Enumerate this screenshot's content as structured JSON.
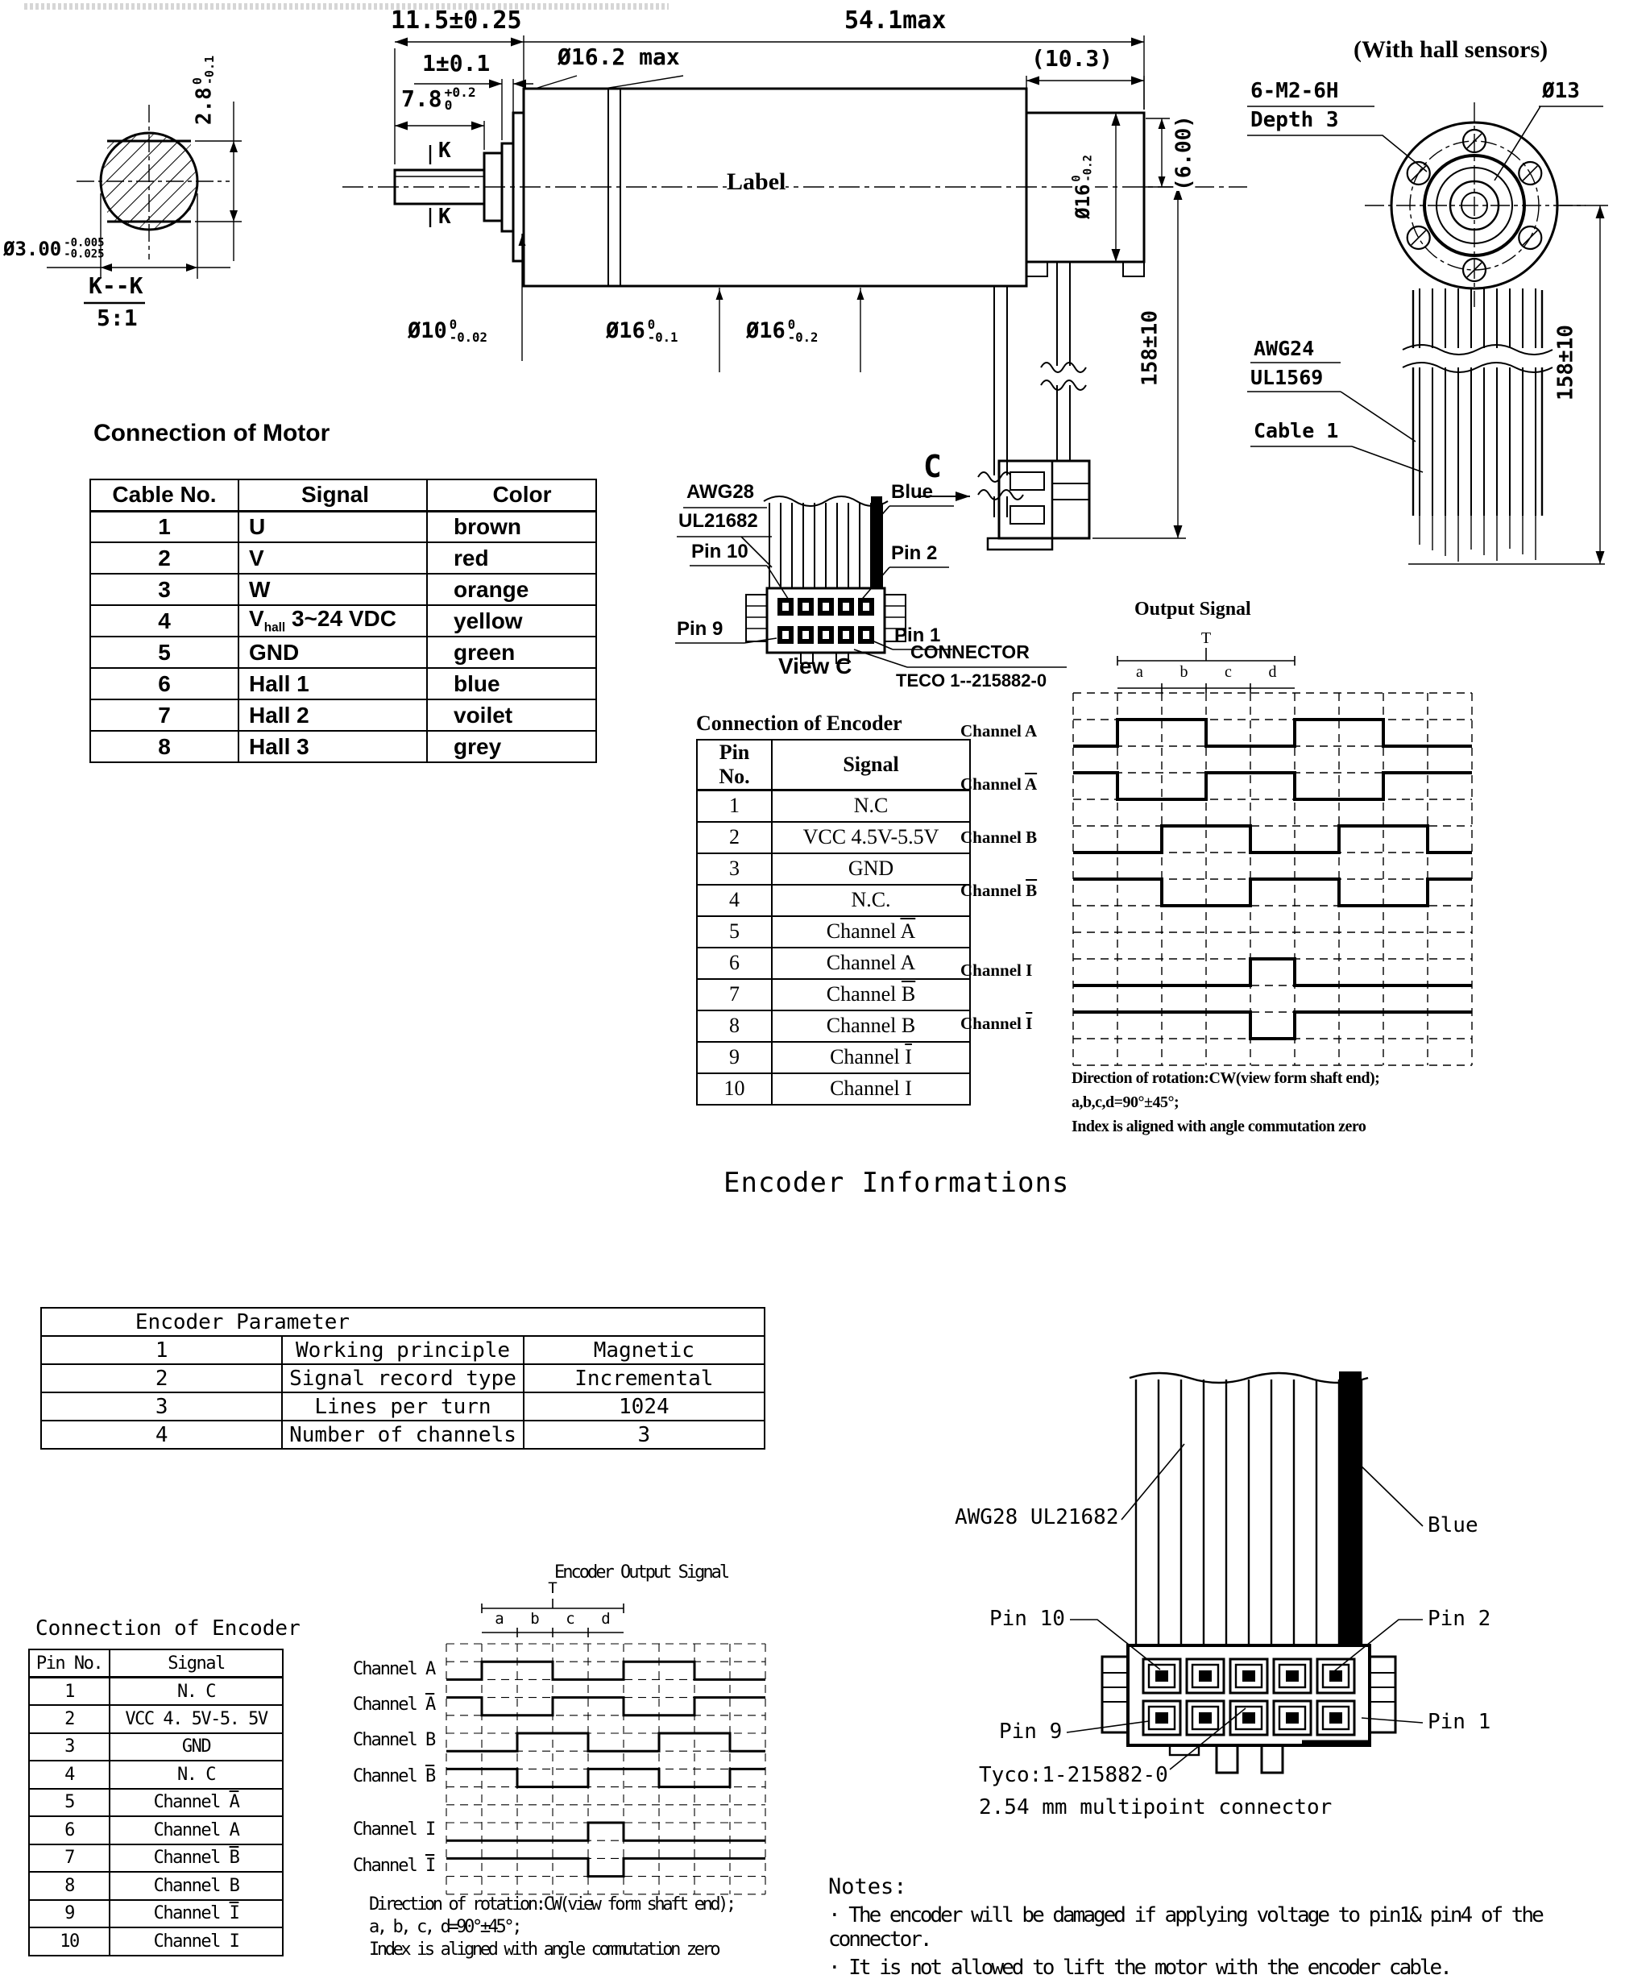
{
  "main_title": "Encoder Informations",
  "drawing": {
    "top_dims": {
      "d11_5": "11.5±0.25",
      "d54_1": "54.1max",
      "d1_0": "1±0.1",
      "d7_8": {
        "main": "7.8",
        "sup": "+0.2",
        "sub": "0"
      },
      "d16_2": "Ø16.2 max",
      "d10_3": "(10.3)",
      "label": "Label",
      "dO10": {
        "main": "Ø10",
        "sup": "0",
        "sub": "-0.02"
      },
      "dO16_1": {
        "main": "Ø16",
        "sup": "0",
        "sub": "-0.1"
      },
      "dO16_2": {
        "main": "Ø16",
        "sup": "0",
        "sub": "-0.2"
      },
      "dO16_2_rear": {
        "main": "Ø16",
        "sup": "0",
        "sub": "-0.2"
      },
      "d6_00": "(6.00)",
      "d158": "158±10",
      "view_arrow": "C",
      "section_mark": "K"
    },
    "kk": {
      "caption": "K--K",
      "scale": "5:1",
      "flat": {
        "main": "2.8",
        "sup": "0",
        "sub": "-0.1"
      },
      "dia": {
        "main": "Ø3.00",
        "sup": "-0.005",
        "sub": "-0.025"
      }
    },
    "hall": {
      "title": "(With hall sensors)",
      "thread": "6-M2-6H",
      "depth": "Depth 3",
      "dia": "Ø13",
      "awg": "AWG24",
      "ul": "UL1569",
      "cable": "Cable 1",
      "len": "158±10"
    },
    "view_c": {
      "awg": "AWG28",
      "ul": "UL21682",
      "blue": "Blue",
      "pin10": "Pin 10",
      "pin2": "Pin 2",
      "pin9": "Pin 9",
      "pin1": "Pin 1",
      "caption": "View C",
      "connector": "CONNECTOR",
      "part": "TECO 1--215882-0"
    }
  },
  "tables": {
    "motor": {
      "title": "Connection of Motor",
      "headers": [
        "Cable No.",
        "Signal",
        "Color"
      ],
      "rows": [
        [
          "1",
          "U",
          "brown"
        ],
        [
          "2",
          "V",
          "red"
        ],
        [
          "3",
          "W",
          "orange"
        ],
        [
          "4",
          {
            "pre": "V",
            "sub": "hall",
            "rest": " 3~24 VDC"
          },
          "yellow"
        ],
        [
          "5",
          "GND",
          "green"
        ],
        [
          "6",
          "Hall 1",
          "blue"
        ],
        [
          "7",
          "Hall 2",
          "voilet"
        ],
        [
          "8",
          "Hall 3",
          "grey"
        ]
      ]
    },
    "encoder_mid": {
      "title": "Connection of Encoder",
      "headers": [
        "Pin No.",
        "Signal"
      ],
      "rows": [
        [
          "1",
          "N.C"
        ],
        [
          "2",
          "VCC 4.5V-5.5V"
        ],
        [
          "3",
          "GND"
        ],
        [
          "4",
          "N.C."
        ],
        [
          "5",
          {
            "pre": "Channel ",
            "ov": "A"
          }
        ],
        [
          "6",
          "Channel A"
        ],
        [
          "7",
          {
            "pre": "Channel ",
            "ov": "B"
          }
        ],
        [
          "8",
          "Channel B"
        ],
        [
          "9",
          {
            "pre": "Channel ",
            "ov": "I"
          }
        ],
        [
          "10",
          "Channel I"
        ]
      ]
    },
    "encoder_param": {
      "title": "Encoder Parameter",
      "rows": [
        [
          "1",
          "Working principle",
          "Magnetic"
        ],
        [
          "2",
          "Signal record type",
          "Incremental"
        ],
        [
          "3",
          "Lines per turn",
          "1024"
        ],
        [
          "4",
          "Number of channels",
          "3"
        ]
      ]
    },
    "encoder_bottom": {
      "title": "Connection of Encoder",
      "headers": [
        "Pin No.",
        "Signal"
      ],
      "rows": [
        [
          "1",
          "N. C"
        ],
        [
          "2",
          "VCC 4. 5V-5. 5V"
        ],
        [
          "3",
          "GND"
        ],
        [
          "4",
          "N. C"
        ],
        [
          "5",
          {
            "pre": "Channel ",
            "ov": "A"
          }
        ],
        [
          "6",
          "Channel A"
        ],
        [
          "7",
          {
            "pre": "Channel ",
            "ov": "B"
          }
        ],
        [
          "8",
          "Channel B"
        ],
        [
          "9",
          {
            "pre": "Channel ",
            "ov": "I"
          }
        ],
        [
          "10",
          "Channel I"
        ]
      ]
    }
  },
  "waveforms": {
    "upper": {
      "title": "Output Signal",
      "period": "T",
      "quarters": [
        "a",
        "b",
        "c",
        "d"
      ],
      "channels": [
        {
          "label": "Channel A",
          "pattern": [
            [
              1,
              0
            ],
            [
              2,
              1
            ],
            [
              2,
              0
            ],
            [
              2,
              1
            ],
            [
              2,
              0
            ]
          ]
        },
        {
          "label": {
            "pre": "Channel ",
            "ov": "A"
          },
          "pattern": [
            [
              1,
              1
            ],
            [
              2,
              0
            ],
            [
              2,
              1
            ],
            [
              2,
              0
            ],
            [
              2,
              1
            ]
          ]
        },
        {
          "label": "Channel B",
          "pattern": [
            [
              2,
              0
            ],
            [
              2,
              1
            ],
            [
              2,
              0
            ],
            [
              2,
              1
            ],
            [
              1,
              0
            ]
          ]
        },
        {
          "label": {
            "pre": "Channel ",
            "ov": "B"
          },
          "pattern": [
            [
              2,
              1
            ],
            [
              2,
              0
            ],
            [
              2,
              1
            ],
            [
              2,
              0
            ],
            [
              1,
              1
            ]
          ]
        },
        {
          "label": "Channel I",
          "pattern": [
            [
              4,
              0
            ],
            [
              1,
              1
            ],
            [
              4,
              0
            ]
          ]
        },
        {
          "label": {
            "pre": "Channel ",
            "ov": "I"
          },
          "pattern": [
            [
              4,
              1
            ],
            [
              1,
              0
            ],
            [
              4,
              1
            ]
          ]
        }
      ],
      "notes": [
        "Direction of rotation:CW(view form shaft end);",
        "a,b,c,d=90°±45°;",
        "Index is aligned with angle commutation zero"
      ]
    },
    "lower": {
      "title": "Encoder Output Signal",
      "period": "T",
      "quarters": [
        "a",
        "b",
        "c",
        "d"
      ],
      "channels": [
        {
          "label": "Channel A",
          "pattern": [
            [
              1,
              0
            ],
            [
              2,
              1
            ],
            [
              2,
              0
            ],
            [
              2,
              1
            ],
            [
              2,
              0
            ]
          ]
        },
        {
          "label": {
            "pre": "Channel ",
            "ov": "A"
          },
          "pattern": [
            [
              1,
              1
            ],
            [
              2,
              0
            ],
            [
              2,
              1
            ],
            [
              2,
              0
            ],
            [
              2,
              1
            ]
          ]
        },
        {
          "label": "Channel B",
          "pattern": [
            [
              2,
              0
            ],
            [
              2,
              1
            ],
            [
              2,
              0
            ],
            [
              2,
              1
            ],
            [
              1,
              0
            ]
          ]
        },
        {
          "label": {
            "pre": "Channel ",
            "ov": "B"
          },
          "pattern": [
            [
              2,
              1
            ],
            [
              2,
              0
            ],
            [
              2,
              1
            ],
            [
              2,
              0
            ],
            [
              1,
              1
            ]
          ]
        },
        {
          "label": "Channel I",
          "pattern": [
            [
              4,
              0
            ],
            [
              1,
              1
            ],
            [
              4,
              0
            ]
          ]
        },
        {
          "label": {
            "pre": "Channel ",
            "ov": "I"
          },
          "pattern": [
            [
              4,
              1
            ],
            [
              1,
              0
            ],
            [
              4,
              1
            ]
          ]
        }
      ],
      "notes": [
        "Direction of rotation:CW(view form shaft end);",
        "a, b, c, d=90°±45°;",
        "Index is aligned with angle commutation zero"
      ]
    }
  },
  "bottom_connector": {
    "wire": "AWG28 UL21682",
    "blue": "Blue",
    "pin10": "Pin 10",
    "pin2": "Pin 2",
    "pin9": "Pin 9",
    "pin1": "Pin 1",
    "part": "Tyco:1-215882-0",
    "pitch": "2.54 mm multipoint connector"
  },
  "notes": {
    "heading": "Notes:",
    "items": [
      "· The encoder will be damaged if applying voltage to pin1& pin4 of the connector.",
      "· It is not allowed to lift the motor with the encoder cable."
    ]
  }
}
